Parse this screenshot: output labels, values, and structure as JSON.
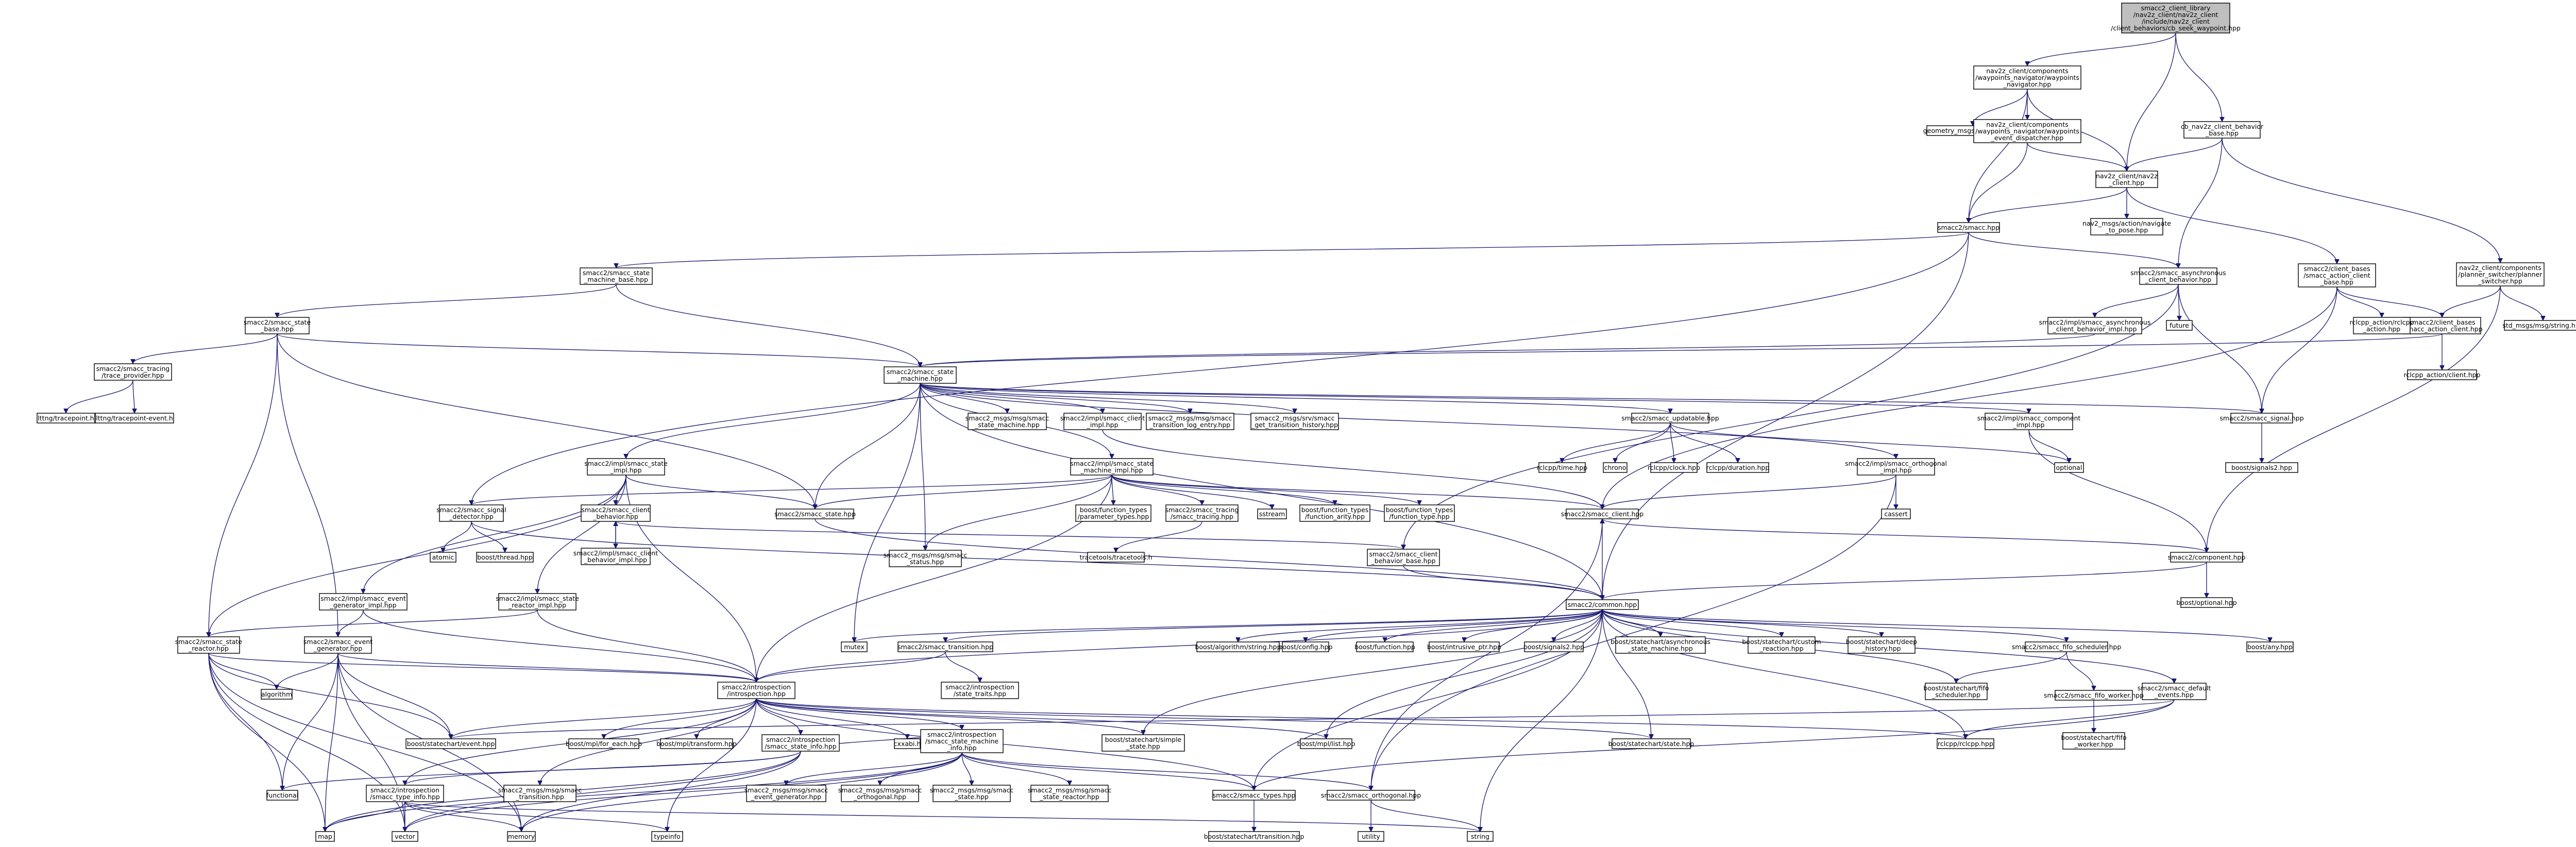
{
  "title": "",
  "edge_color": "#191970",
  "root_fill": "#bfbfbf",
  "nodes": {
    "root": "smacc2_client_library/nav2z_client/nav2z_client/include/nav2z_client/client_behaviors/cb_seek_waypoint.hpp",
    "nav2z_waypoints_navigator": "nav2z_client/components/waypoints_navigator/waypoints_navigator.hpp",
    "cb_nav2z_client_behavior_base": "cb_nav2z_client_behavior_base.hpp",
    "geometry_msgs_pose": "geometry_msgs/msg/pose.hpp",
    "waypoints_event_dispatcher": "nav2z_client/components/waypoints_navigator/waypoints_event_dispatcher.hpp",
    "nav2z_client_hpp": "nav2z_client/nav2z_client.hpp",
    "planner_switcher": "nav2z_client/components/planner_switcher/planner_switcher.hpp",
    "smacc2_smacc": "smacc2/smacc.hpp",
    "nav2_msgs_navigate": "nav2_msgs/action/navigate_to_pose.hpp",
    "smacc_state_machine_base": "smacc2/smacc_state_machine_base.hpp",
    "smacc_asynchronous_client_behavior": "smacc2/smacc_asynchronous_client_behavior.hpp",
    "client_bases_action_client_base": "smacc2/client_bases/smacc_action_client_base.hpp",
    "client_bases_action_client": "smacc2/client_bases/smacc_action_client.hpp",
    "std_msgs_string": "std_msgs/msg/string.hpp",
    "smacc_state_base": "smacc2/smacc_state_base.hpp",
    "impl_asynchronous_client_behavior_impl": "smacc2/impl/smacc_asynchronous_client_behavior_impl.hpp",
    "future": "future",
    "rclcpp_action_client": "rclcpp_action/rclcpp_action.hpp",
    "rclcpp_action_client_hpp": "rclcpp_action/client.hpp",
    "smacc_tracing_trace_provider": "smacc2/smacc_tracing/trace_provider.hpp",
    "smacc_state_machine": "smacc2/smacc_state_machine.hpp",
    "lttng_tracepoint": "lttng/tracepoint.h",
    "lttng_tracepoint_event": "lttng/tracepoint-event.h",
    "smacc_msgs_state_machine": "smacc2_msgs/msg/smacc_state_machine.hpp",
    "impl_smacc_client_impl": "smacc2/impl/smacc_client_impl.hpp",
    "smacc_msgs_transition_log_entry": "smacc2_msgs/msg/smacc_transition_log_entry.hpp",
    "smacc_msgs_get_transition_history": "smacc2_msgs/srv/smacc_get_transition_history.hpp",
    "smacc_updatable": "smacc2/smacc_updatable.hpp",
    "impl_smacc_component_impl": "smacc2/impl/smacc_component_impl.hpp",
    "smacc_signal": "smacc2/smacc_signal.hpp",
    "impl_smacc_state_impl": "smacc2/impl/smacc_state_impl.hpp",
    "impl_smacc_state_machine_impl": "smacc2/impl/smacc_state_machine_impl.hpp",
    "rclcpp_time": "rclcpp/time.hpp",
    "chrono": "chrono",
    "rclcpp_clock": "rclcpp/clock.hpp",
    "rclcpp_duration": "rclcpp/duration.hpp",
    "impl_smacc_orthogonal_impl": "smacc2/impl/smacc_orthogonal_impl.hpp",
    "optional": "optional",
    "boost_signals2": "boost/signals2.hpp",
    "smacc_signal_detector": "smacc2/smacc_signal_detector.hpp",
    "smacc_state": "smacc2/smacc_state.hpp",
    "smacc_client_behavior": "smacc2/smacc_client_behavior.hpp",
    "boost_function_types_parameter_types": "boost/function_types/parameter_types.hpp",
    "smacc_tracing_smacc_tracing": "smacc2/smacc_tracing/smacc_tracing.hpp",
    "sstream": "sstream",
    "boost_function_types_function_arity": "boost/function_types/function_arity.hpp",
    "boost_function_types_function_type": "boost/function_types/function_type.hpp",
    "smacc_client": "smacc2/smacc_client.hpp",
    "cassert": "cassert",
    "atomic": "atomic",
    "boost_thread": "boost/thread.hpp",
    "impl_smacc_client_behavior_impl": "smacc2/impl/smacc_client_behavior_impl.hpp",
    "smacc_msgs_status": "smacc2_msgs/msg/smacc_status.hpp",
    "tracetools": "tracetools/tracetools.h",
    "smacc_client_behavior_base": "smacc2/smacc_client_behavior_base.hpp",
    "component": "smacc2/component.hpp",
    "boost_optional": "boost/optional.hpp",
    "impl_smacc_event_generator_impl": "smacc2/impl/smacc_event_generator_impl.hpp",
    "impl_smacc_state_reactor_impl": "smacc2/impl/smacc_state_reactor_impl.hpp",
    "common": "smacc2/common.hpp",
    "smacc_state_reactor": "smacc2/smacc_state_reactor.hpp",
    "smacc_event_generator": "smacc2/smacc_event_generator.hpp",
    "mutex": "mutex",
    "smacc_transition": "smacc2/smacc_transition.hpp",
    "boost_algorithm_string": "boost/algorithm/string.hpp",
    "boost_config": "boost/config.hpp",
    "boost_function": "boost/function.hpp",
    "boost_intrusive_ptr": "boost/intrusive_ptr.hpp",
    "boost_statechart_asynchronous_state_machine": "boost/statechart/asynchronous_state_machine.hpp",
    "boost_statechart_custom_reaction": "boost/statechart/custom_reaction.hpp",
    "boost_statechart_deep_history": "boost/statechart/deep_history.hpp",
    "smacc_fifo_scheduler": "smacc2/smacc_fifo_scheduler.hpp",
    "boost_any": "boost/any.hpp",
    "introspection": "smacc2/introspection/introspection.hpp",
    "introspection_state_traits": "smacc2/introspection/state_traits.hpp",
    "smacc_default_events": "smacc2/smacc_default_events.hpp",
    "smacc_fifo_worker": "smacc2/smacc_fifo_worker.hpp",
    "boost_statechart_fifo_scheduler": "boost/statechart/fifo_scheduler.hpp",
    "boost_statechart_fifo_worker": "boost/statechart/fifo_worker.hpp",
    "algorithm": "algorithm",
    "boost_statechart_event": "boost/statechart/event.hpp",
    "boost_mpl_for_each": "boost/mpl/for_each.hpp",
    "boost_mpl_transform": "boost/mpl/transform.hpp",
    "introspection_smacc_state_info": "smacc2/introspection/smacc_state_info.hpp",
    "cxxabi": "cxxabi.h",
    "introspection_smacc_state_machine_info": "smacc2/introspection/smacc_state_machine_info.hpp",
    "boost_statechart_simple_state": "boost/statechart/simple_state.hpp",
    "boost_mpl_list": "boost/mpl/list.hpp",
    "boost_statechart_state": "boost/statechart/state.hpp",
    "rclcpp_rclcpp": "rclcpp/rclcpp.hpp",
    "functional": "functional",
    "introspection_smacc_type_info": "smacc2/introspection/smacc_type_info.hpp",
    "smacc_msgs_transition": "smacc2_msgs/msg/smacc_transition.hpp",
    "smacc_msgs_event_generator": "smacc2_msgs/msg/smacc_event_generator.hpp",
    "smacc_msgs_orthogonal": "smacc2_msgs/msg/smacc_orthogonal.hpp",
    "smacc_msgs_state": "smacc2_msgs/msg/smacc_state.hpp",
    "smacc_msgs_state_reactor": "smacc2_msgs/msg/smacc_state_reactor.hpp",
    "smacc_types": "smacc2/smacc_types.hpp",
    "smacc_orthogonal": "smacc2/smacc_orthogonal.hpp",
    "map": "map",
    "vector": "vector",
    "memory": "memory",
    "typeinfo": "typeinfo",
    "string": "string",
    "utility": "utility",
    "boost_statechart_transition": "boost/statechart/transition.hpp"
  }
}
